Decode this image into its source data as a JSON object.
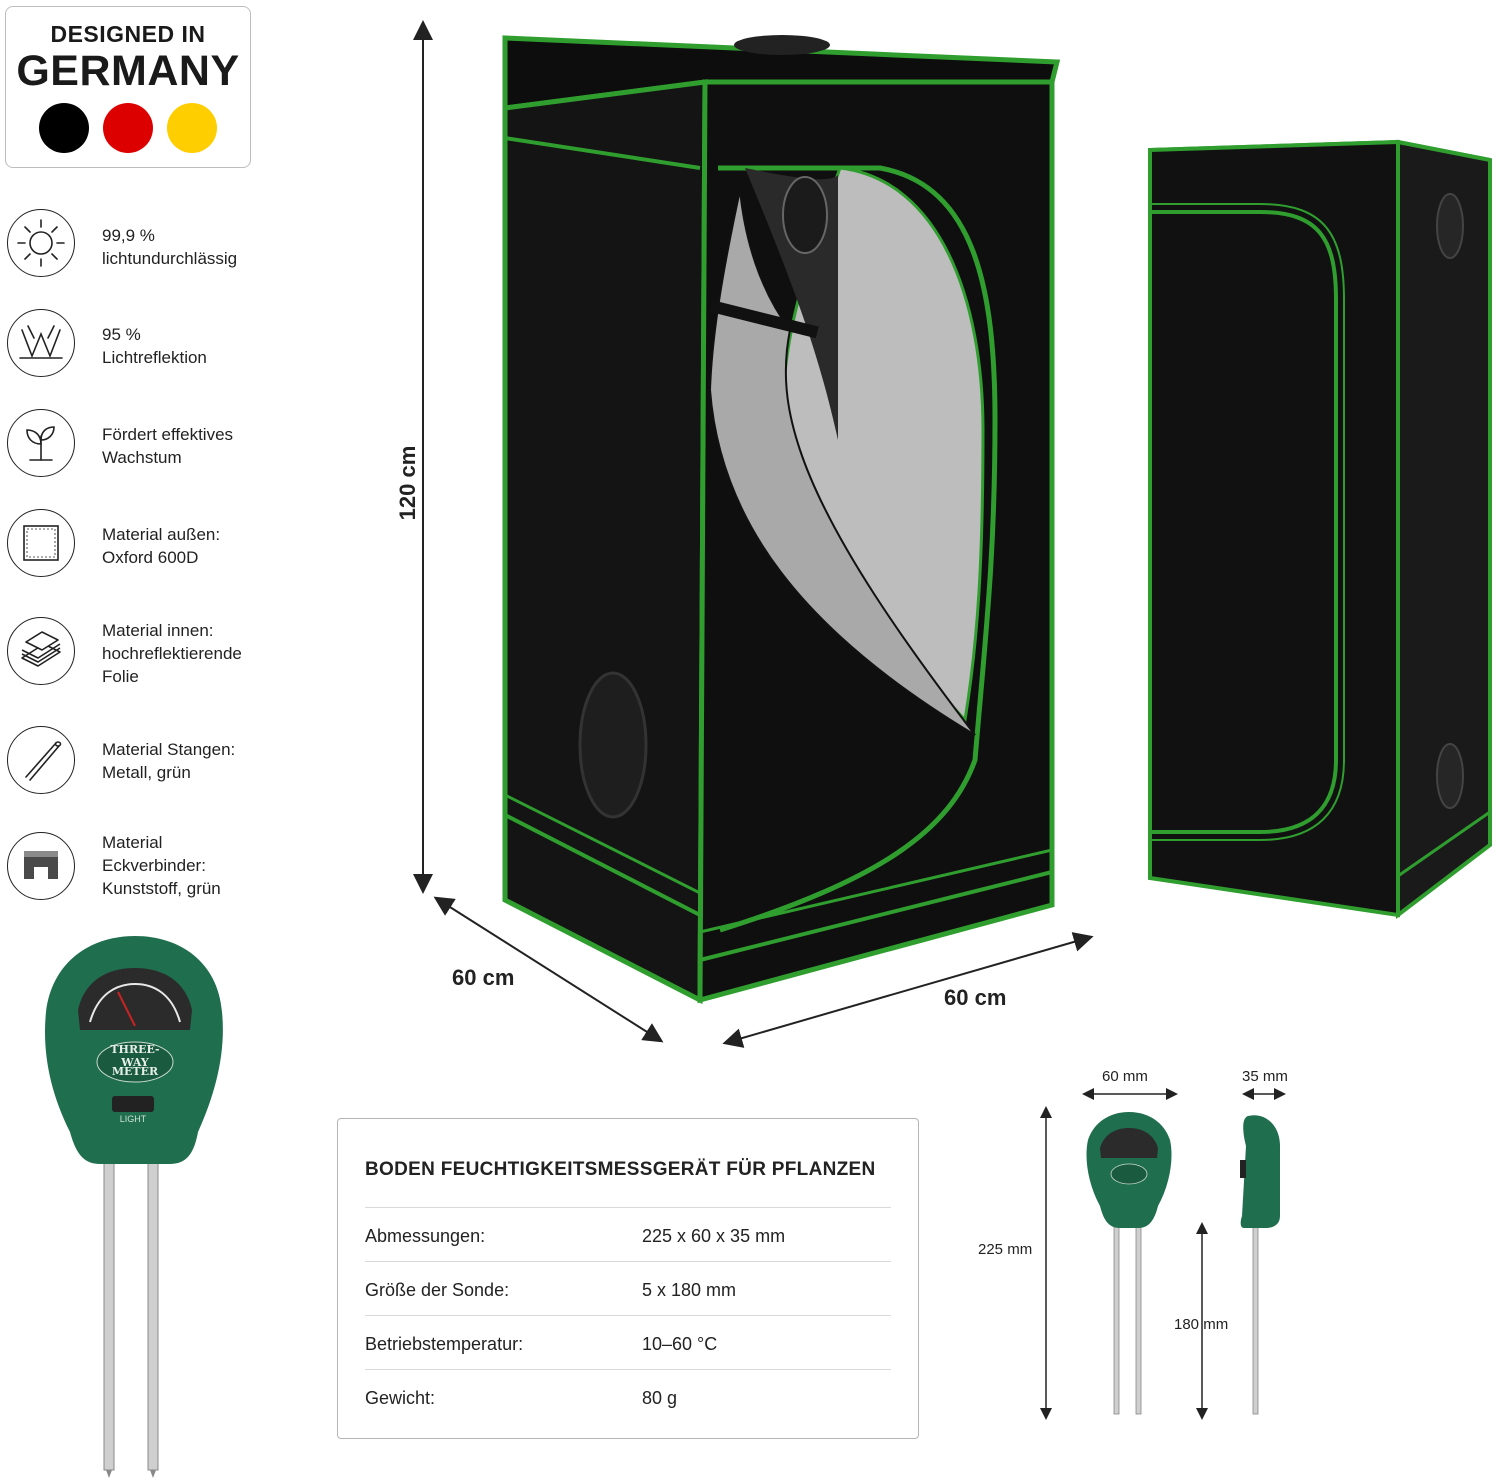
{
  "badge": {
    "line1": "DESIGNED IN",
    "line2": "GERMANY",
    "colors": [
      "#000000",
      "#dd0000",
      "#ffce00"
    ]
  },
  "features": [
    {
      "icon": "sun-icon",
      "lines": [
        "99,9 %",
        "lichtundurchlässig"
      ]
    },
    {
      "icon": "light-reflection-icon",
      "lines": [
        "95 %",
        "Lichtreflektion"
      ]
    },
    {
      "icon": "plant-icon",
      "lines": [
        "Fördert effektives",
        "Wachstum"
      ]
    },
    {
      "icon": "fabric-icon",
      "lines": [
        "Material außen:",
        "Oxford 600D"
      ]
    },
    {
      "icon": "layers-icon",
      "lines": [
        "Material innen:",
        "hochreflektierende",
        "Folie"
      ]
    },
    {
      "icon": "pole-icon",
      "lines": [
        "Material Stangen:",
        "Metall, grün"
      ]
    },
    {
      "icon": "corner-connector-icon",
      "lines": [
        "Material",
        "Eckverbinder:",
        "Kunststoff, grün"
      ]
    }
  ],
  "tent_dimensions": {
    "height": "120 cm",
    "depth": "60 cm",
    "width": "60 cm"
  },
  "meter": {
    "label_top": "THREE-WAY",
    "label_bottom": "METER",
    "switch_label": "LIGHT",
    "dim_width": "60 mm",
    "dim_depth": "35 mm",
    "dim_height": "225 mm",
    "dim_probe": "180 mm"
  },
  "spec_panel": {
    "title": "BODEN FEUCHTIGKEITSMESSGERÄT FÜR PFLANZEN",
    "rows": [
      {
        "label": "Abmessungen:",
        "value": "225 x 60 x 35 mm"
      },
      {
        "label": "Größe der Sonde:",
        "value": "5 x 180 mm"
      },
      {
        "label": "Betriebstemperatur:",
        "value": "10–60 °C"
      },
      {
        "label": "Gewicht:",
        "value": "80 g"
      }
    ]
  },
  "colors": {
    "tent_body": "#111111",
    "tent_trim": "#2f9e2f",
    "meter_green": "#1f6e4e",
    "foil": "#c8c8c8"
  }
}
